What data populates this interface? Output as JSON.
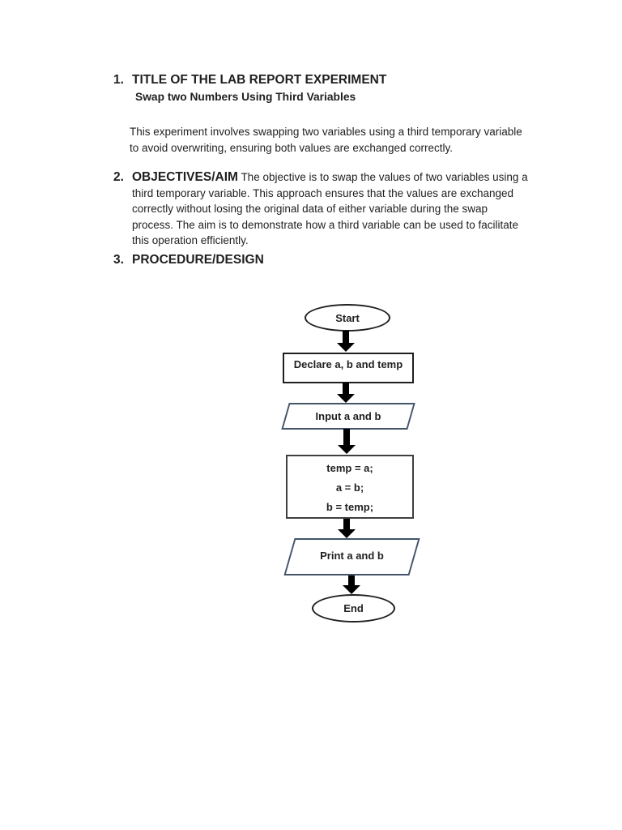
{
  "document": {
    "sections": [
      {
        "number": "1.",
        "heading": "TITLE OF THE LAB REPORT EXPERIMENT",
        "subtitle": "Swap two Numbers Using Third Variables",
        "paragraph_lines": [
          "This experiment involves swapping two variables using a third temporary variable",
          "to avoid overwriting, ensuring both values are exchanged correctly."
        ]
      },
      {
        "number": "2.",
        "heading": "OBJECTIVES/AIM",
        "first_line_rest": "The objective is to swap the values of two variables using a",
        "wrapped_lines": [
          "third temporary variable. This approach ensures that the values are exchanged",
          "correctly without losing the original data of either variable during the swap",
          "process. The aim is to demonstrate how a third variable can be used to facilitate",
          "this operation efficiently."
        ]
      },
      {
        "number": "3.",
        "heading": "PROCEDURE/DESIGN"
      }
    ]
  },
  "flowchart": {
    "nodes": {
      "start": {
        "label": "Start",
        "shape": "terminator"
      },
      "declare": {
        "label": "Declare a, b and temp",
        "shape": "process"
      },
      "input": {
        "label": "Input a and b",
        "shape": "input-output"
      },
      "swap": {
        "shape": "process",
        "lines": [
          "temp = a;",
          "a = b;",
          "b = temp;"
        ]
      },
      "print": {
        "label": "Print a and b",
        "shape": "input-output"
      },
      "end": {
        "label": "End",
        "shape": "terminator"
      }
    },
    "colors": {
      "terminator_outline": "#1f1f1f",
      "process_outline": "#1f1f1f",
      "swap_process_outline": "#3f3f3f",
      "io_outline": "#44546A",
      "arrow_fill": "#000000",
      "text": "#1f1f1f",
      "page_background": "#ffffff"
    }
  }
}
